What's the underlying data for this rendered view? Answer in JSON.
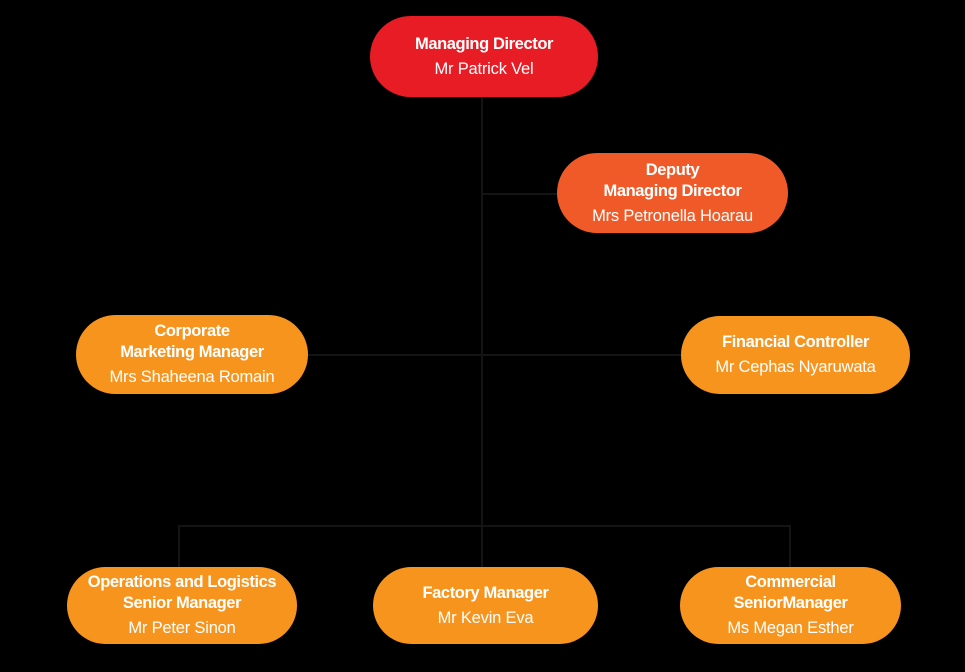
{
  "canvas": {
    "background_color": "#000000",
    "line_color": "#141414",
    "text_color": "#ffffff"
  },
  "nodes": [
    {
      "id": "managing-director",
      "title_lines": [
        "Managing Director"
      ],
      "person": "Mr Patrick Vel",
      "color": "#e81c25"
    },
    {
      "id": "deputy-managing-director",
      "title_lines": [
        "Deputy",
        "Managing Director"
      ],
      "person": "Mrs Petronella Hoarau",
      "color": "#f05a28"
    },
    {
      "id": "corporate-marketing-manager",
      "title_lines": [
        "Corporate",
        "Marketing Manager"
      ],
      "person": "Mrs Shaheena Romain",
      "color": "#f7941e"
    },
    {
      "id": "financial-controller",
      "title_lines": [
        "Financial Controller"
      ],
      "person": "Mr Cephas Nyaruwata",
      "color": "#f7941e"
    },
    {
      "id": "operations-logistics-senior-manager",
      "title_lines": [
        "Operations and Logistics",
        "Senior Manager"
      ],
      "person": "Mr Peter Sinon",
      "color": "#f7941e"
    },
    {
      "id": "factory-manager",
      "title_lines": [
        "Factory Manager"
      ],
      "person": "Mr Kevin Eva",
      "color": "#f7941e"
    },
    {
      "id": "commercial-senior-manager",
      "title_lines": [
        "Commercial",
        "SeniorManager"
      ],
      "person": "Ms Megan Esther",
      "color": "#f7941e"
    }
  ],
  "edges": [
    {
      "from": "managing-director",
      "to": "deputy-managing-director"
    },
    {
      "from": "managing-director",
      "to": "corporate-marketing-manager"
    },
    {
      "from": "managing-director",
      "to": "financial-controller"
    },
    {
      "from": "managing-director",
      "to": "operations-logistics-senior-manager"
    },
    {
      "from": "managing-director",
      "to": "factory-manager"
    },
    {
      "from": "managing-director",
      "to": "commercial-senior-manager"
    }
  ]
}
